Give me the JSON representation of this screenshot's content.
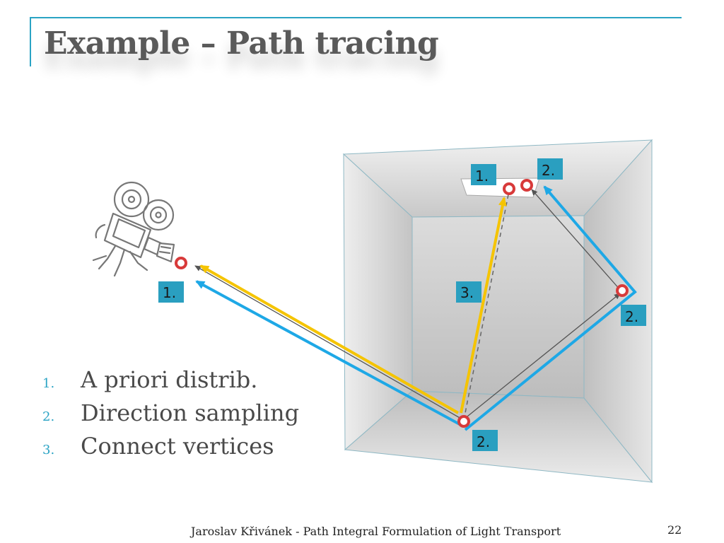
{
  "slide": {
    "title": "Example – Path tracing",
    "footer": "Jaroslav Křivánek - Path Integral Formulation of Light Transport",
    "page_number": "22"
  },
  "list": [
    {
      "number": "1.",
      "text": "A priori distrib."
    },
    {
      "number": "2.",
      "text": "Direction sampling"
    },
    {
      "number": "3.",
      "text": "Connect vertices"
    }
  ],
  "diagram": {
    "labels": {
      "camera": "1.",
      "light_left": "1.",
      "light_right": "2.",
      "connect": "3.",
      "right_wall": "2.",
      "floor": "2."
    },
    "colors": {
      "sampling_path": "#1ea8e6",
      "connection_path": "#f5c400",
      "vertex": "#d83a3a",
      "label_box": "#2a9fc0"
    },
    "icons": [
      "movie-camera-icon"
    ]
  }
}
